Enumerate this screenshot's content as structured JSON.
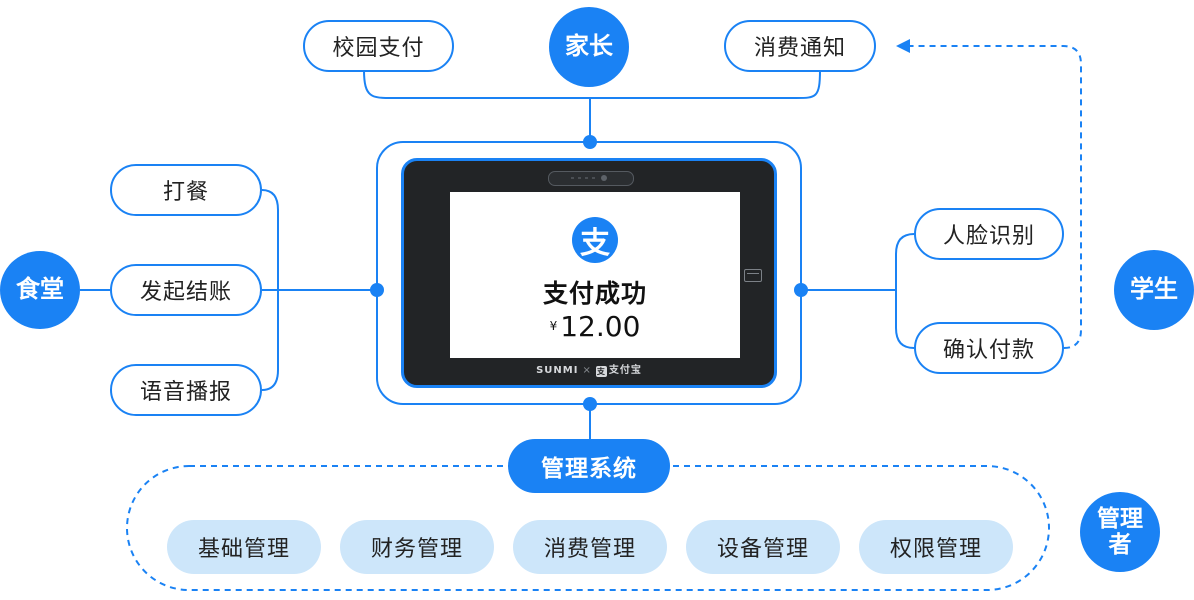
{
  "nodes": {
    "parent": "家长",
    "canteen": "食堂",
    "student": "学生",
    "admin": "管理者"
  },
  "parent_features": [
    "校园支付",
    "消费通知"
  ],
  "canteen_features": [
    "打餐",
    "发起结账",
    "语音播报"
  ],
  "student_features": [
    "人脸识别",
    "确认付款"
  ],
  "management": {
    "title": "管理系统",
    "items": [
      "基础管理",
      "财务管理",
      "消费管理",
      "设备管理",
      "权限管理"
    ]
  },
  "device": {
    "logo_glyph": "支",
    "status": "支付成功",
    "currency": "¥",
    "amount": "12.00",
    "brand": "SUNMI",
    "separator": "×",
    "partner_logo_glyph": "支",
    "partner": "支付宝"
  },
  "colors": {
    "accent": "#1a82f4",
    "pill_fill": "#cde6fa",
    "device_body": "#222426"
  },
  "icons": {
    "alipay": "alipay-logo-icon",
    "camera": "camera-icon",
    "card_slot": "card-slot-icon"
  }
}
